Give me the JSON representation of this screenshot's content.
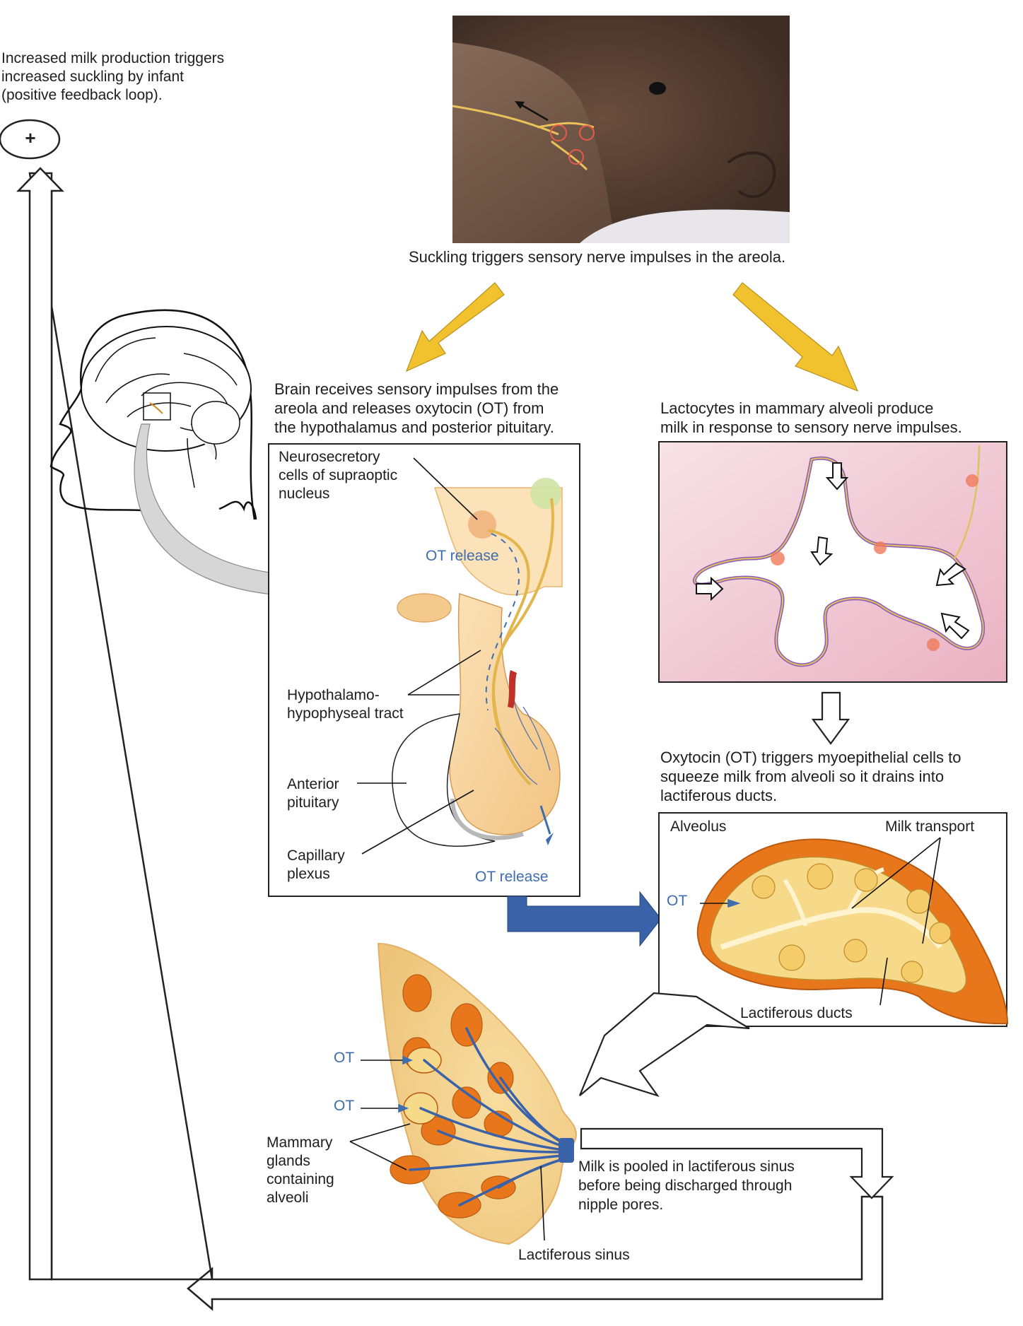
{
  "feedback": {
    "text": "Increased milk production triggers\nincreased suckling by infant\n(positive feedback loop).",
    "symbol": "+"
  },
  "suckling": {
    "caption": "Suckling triggers sensory nerve impulses in the areola."
  },
  "brain": {
    "caption": "Brain receives sensory impulses from the\nareola and releases oxytocin (OT) from\nthe hypothalamus and posterior pituitary.",
    "labels": {
      "neurosecretory": "Neurosecretory\ncells of supraoptic\nnucleus",
      "ot_release_top": "OT release",
      "hypothalamo": "Hypothalamo-\nhypophyseal tract",
      "anterior": "Anterior\npituitary",
      "capillary": "Capillary\nplexus",
      "ot_release_bottom": "OT release"
    }
  },
  "lactocytes": {
    "caption": "Lactocytes in mammary alveoli produce\nmilk in response to sensory nerve impulses."
  },
  "oxytocin": {
    "caption": "Oxytocin (OT) triggers myoepithelial cells to\nsqueeze milk from alveoli so it drains into\nlactiferous ducts."
  },
  "alveolus_panel": {
    "title": "Alveolus",
    "milk_transport": "Milk transport",
    "ot": "OT",
    "ducts": "Lactiferous ducts"
  },
  "breast": {
    "ot1": "OT",
    "ot2": "OT",
    "mammary": "Mammary\nglands\ncontaining\nalveoli",
    "sinus": "Lactiferous sinus",
    "pooled": "Milk is pooled in lactiferous sinus\nbefore being discharged through\nnipple pores."
  },
  "colors": {
    "yellow_arrow": "#f2c12e",
    "blue_arrow": "#3a62a8",
    "ot_blue": "#3e6db0",
    "skin": "#6b5244",
    "alveolus_orange": "#e8771c",
    "gland_fill": "#f7d98a"
  }
}
